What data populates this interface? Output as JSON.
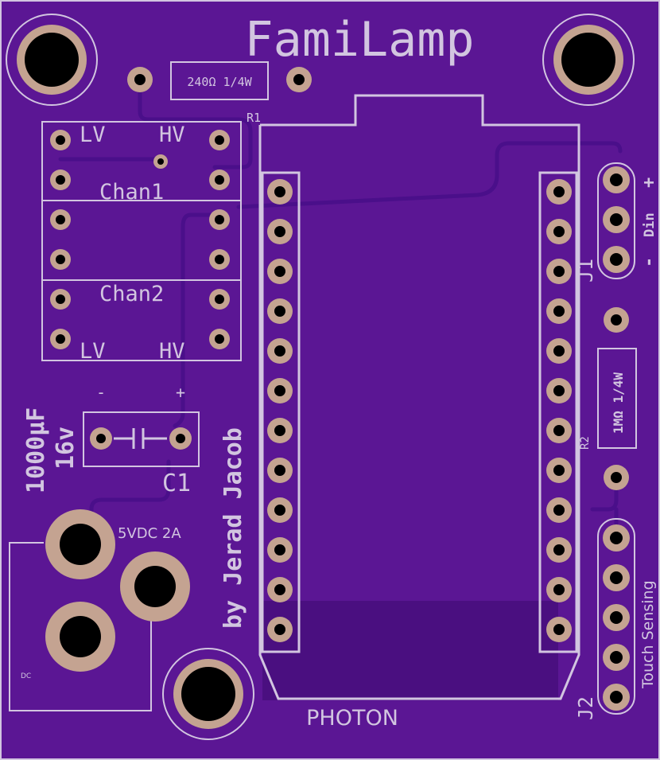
{
  "colors": {
    "board": "#5b1694",
    "board_dark": "#4a0f80",
    "silkscreen": "#d2c5e0",
    "copper_pad": "#c4a391",
    "drill": "#000000"
  },
  "board": {
    "title": "FamiLamp",
    "credit": "by Jerad Jacob"
  },
  "r1": {
    "designator": "R1",
    "value": "240Ω 1/4W"
  },
  "r2": {
    "designator": "R2",
    "value": "1MΩ 1/4W"
  },
  "level_shifter": {
    "chan1_label": "Chan1",
    "chan2_label": "Chan2",
    "top_lv": "LV",
    "top_hv": "HV",
    "bottom_lv": "LV",
    "bottom_hv": "HV"
  },
  "c1": {
    "designator": "C1",
    "value": "1000µF",
    "voltage": "16v",
    "neg": "-",
    "pos": "+"
  },
  "power_jack": {
    "rating": "5VDC 2A",
    "label": "DC"
  },
  "photon": {
    "label": "PHOTON"
  },
  "j1": {
    "designator": "J1",
    "plus": "+",
    "din": "Din",
    "minus": "-"
  },
  "j2": {
    "designator": "J2",
    "label": "Touch Sensing"
  }
}
